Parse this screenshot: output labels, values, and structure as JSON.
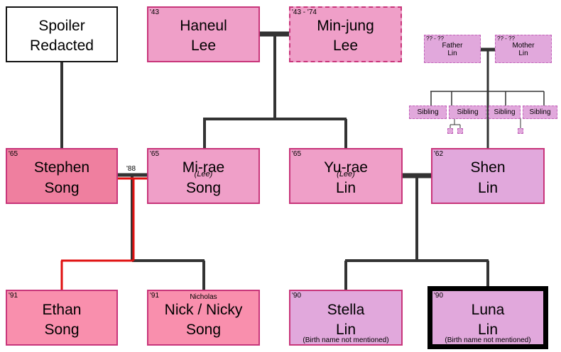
{
  "people": {
    "spoiler": {
      "name1": "Spoiler",
      "name2": "Redacted"
    },
    "haneul": {
      "year": "'43",
      "name1": "Haneul",
      "name2": "Lee"
    },
    "minjung": {
      "year": "'43 - '74",
      "name1": "Min-jung",
      "name2": "Lee"
    },
    "stephen": {
      "year": "'65",
      "name1": "Stephen",
      "name2": "Song"
    },
    "mirae": {
      "year": "'65",
      "name1": "Mi-rae",
      "nee": "(Lee)",
      "name2": "Song"
    },
    "yurae": {
      "year": "'65",
      "name1": "Yu-rae",
      "nee": "(Lee)",
      "name2": "Lin"
    },
    "shen": {
      "year": "'62",
      "name1": "Shen",
      "name2": "Lin"
    },
    "ethan": {
      "year": "'91",
      "name1": "Ethan",
      "name2": "Song"
    },
    "nick": {
      "year": "'91",
      "note": "Nicholas",
      "name1": "Nick / Nicky",
      "name2": "Song"
    },
    "stella": {
      "year": "'90",
      "name1": "Stella",
      "name2": "Lin",
      "note": "(Birth name not mentioned)"
    },
    "luna": {
      "year": "'90",
      "name1": "Luna",
      "name2": "Lin",
      "note": "(Birth name not mentioned)"
    }
  },
  "parents_of_shen": {
    "father": {
      "year": "?? - ??",
      "name1": "Father",
      "name2": "Lin"
    },
    "mother": {
      "year": "?? - ??",
      "name1": "Mother",
      "name2": "Lin"
    }
  },
  "siblings": [
    "Sibling",
    "Sibling",
    "Sibling",
    "Sibling"
  ],
  "marriage_year": "'88",
  "colors": {
    "light_pink": "#ef9fc8",
    "rose": "#ef7f9f",
    "pink": "#f98fad",
    "lavender": "#e1a8dc",
    "white": "#ffffff",
    "line": "#333333",
    "highlight_line": "#e01010"
  }
}
